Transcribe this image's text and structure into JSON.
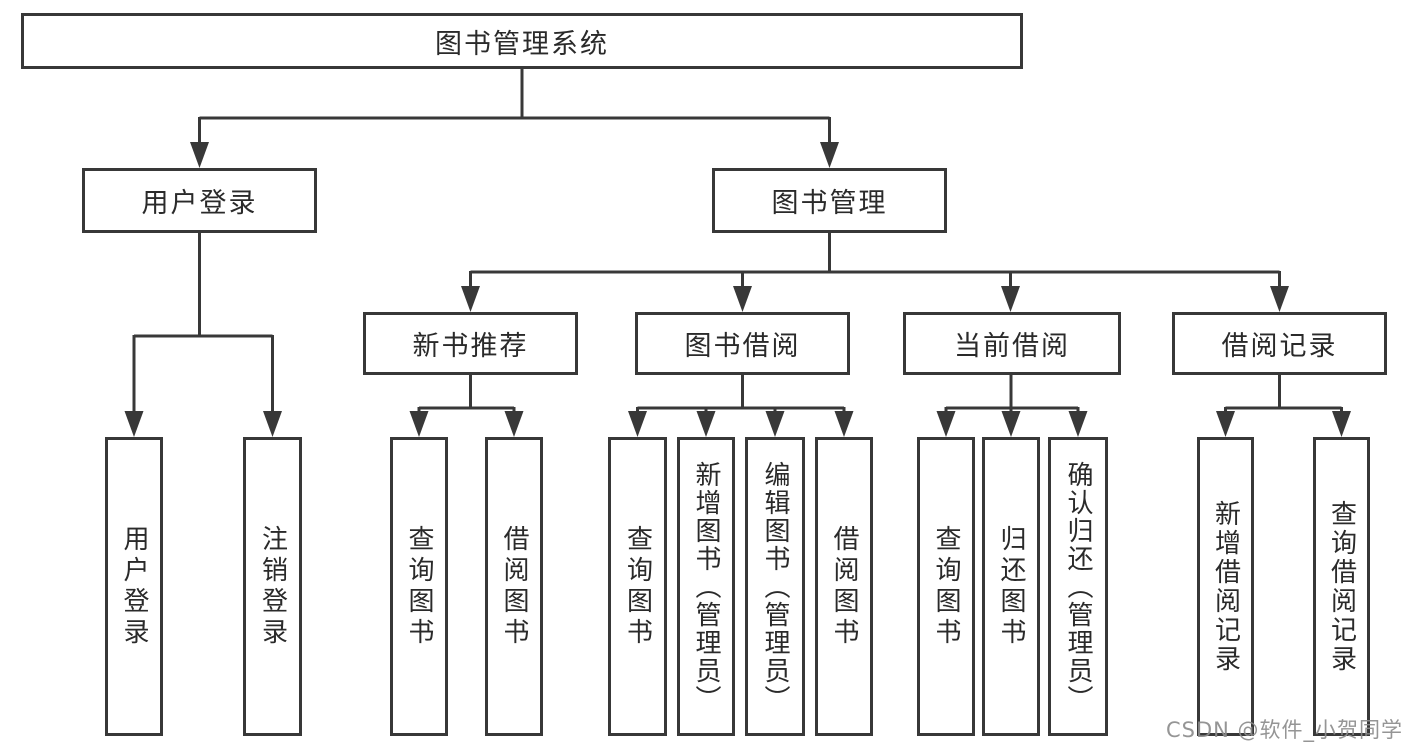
{
  "diagram": {
    "type": "hierarchy-tree",
    "colors": {
      "line": "#383838",
      "box_border": "#383838",
      "box_fill": "#ffffff",
      "text": "#2a2a2a",
      "watermark": "#8c8c8c",
      "background": "#ffffff"
    },
    "tree": {
      "label": "图书管理系统",
      "children": [
        {
          "label": "用户登录",
          "children": [
            {
              "label": "用户登录"
            },
            {
              "label": "注销登录"
            }
          ]
        },
        {
          "label": "图书管理",
          "children": [
            {
              "label": "新书推荐",
              "children": [
                {
                  "label": "查询图书"
                },
                {
                  "label": "借阅图书"
                }
              ]
            },
            {
              "label": "图书借阅",
              "children": [
                {
                  "label": "查询图书"
                },
                {
                  "label": "新增图书（管理员）"
                },
                {
                  "label": "编辑图书（管理员）"
                },
                {
                  "label": "借阅图书"
                }
              ]
            },
            {
              "label": "当前借阅",
              "children": [
                {
                  "label": "查询图书"
                },
                {
                  "label": "归还图书"
                },
                {
                  "label": "确认归还（管理员）"
                }
              ]
            },
            {
              "label": "借阅记录",
              "children": [
                {
                  "label": "新增借阅记录"
                },
                {
                  "label": "查询借阅记录"
                }
              ]
            }
          ]
        }
      ]
    },
    "watermark": {
      "text": "CSDN @软件_小贺同学"
    }
  }
}
